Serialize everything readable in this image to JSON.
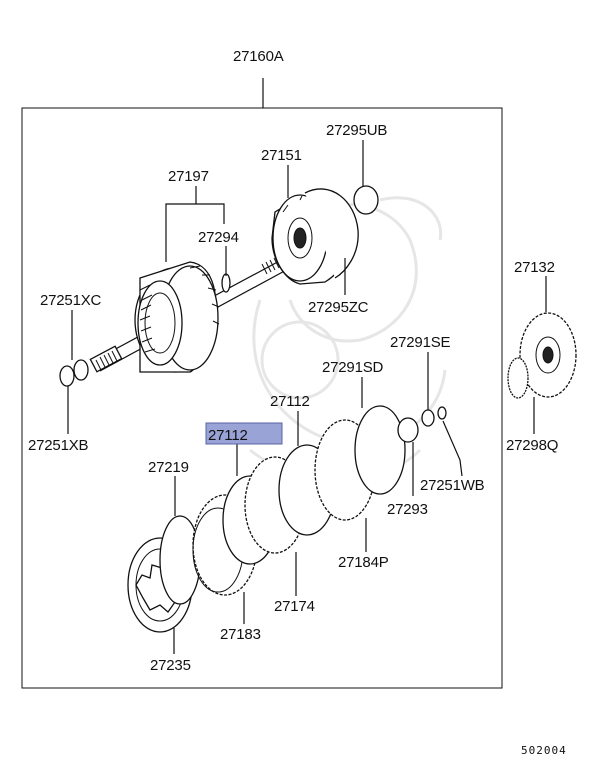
{
  "assembly_label": "27160A",
  "figure_number": "502004",
  "highlighted_part": "27112",
  "part_labels": {
    "p27295UB": "27295UB",
    "p27151": "27151",
    "p27197": "27197",
    "p27294": "27294",
    "p27251XC": "27251XC",
    "p27295ZC": "27295ZC",
    "p27132": "27132",
    "p27291SE": "27291SE",
    "p27291SD": "27291SD",
    "p27112a": "27112",
    "p27112b": "27112",
    "p27251XB": "27251XB",
    "p27219": "27219",
    "p27251WB": "27251WB",
    "p27293": "27293",
    "p27298Q": "27298Q",
    "p27184P": "27184P",
    "p27174": "27174",
    "p27183": "27183",
    "p27235": "27235"
  }
}
